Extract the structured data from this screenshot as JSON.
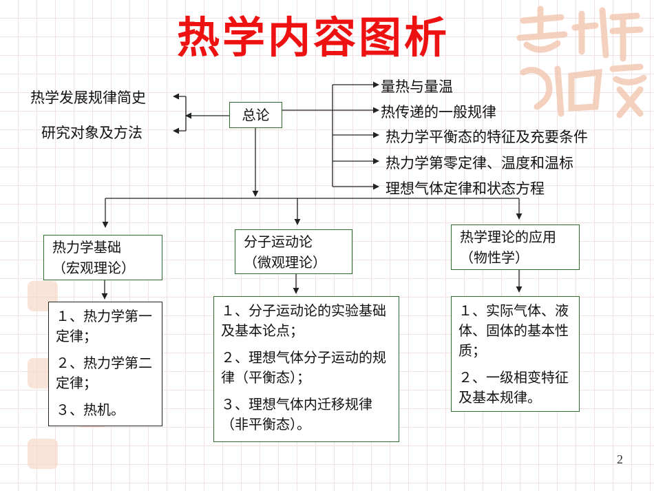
{
  "title": "热学内容图析",
  "page_number": "2",
  "center_node": "总论",
  "left_items": [
    "热学发展规律简史",
    "研究对象及方法"
  ],
  "right_items": [
    "量热与量温",
    "热传递的一般规律",
    "热力学平衡态的特征及充要条件",
    "热力学第零定律、温度和温标",
    "理想气体定律和状态方程"
  ],
  "branches": {
    "thermo": {
      "title_line1": "热力学基础",
      "title_line2": "（宏观理论）",
      "items": [
        "１、热力学第一定律；",
        "２、热力学第二定律；",
        "３、热机。"
      ]
    },
    "molecular": {
      "title_line1": "分子运动论",
      "title_line2": "（微观理论）",
      "items": [
        "１、分子运动论的实验基础及基本论点；",
        "２、理想气体分子运动的规律（平衡态）；",
        "３、理想气体内迁移规律（非平衡态）。"
      ]
    },
    "application": {
      "title_line1": "热学理论的应用",
      "title_line2": "（物性学）",
      "items": [
        "１、实际气体、液体、固体的基本性质；",
        "２、一级相变特征及基本规律。"
      ]
    }
  },
  "colors": {
    "title": "#ee1111",
    "box_border": "#2b6b2b",
    "line": "#222222",
    "seal": "#f2c9b3"
  }
}
